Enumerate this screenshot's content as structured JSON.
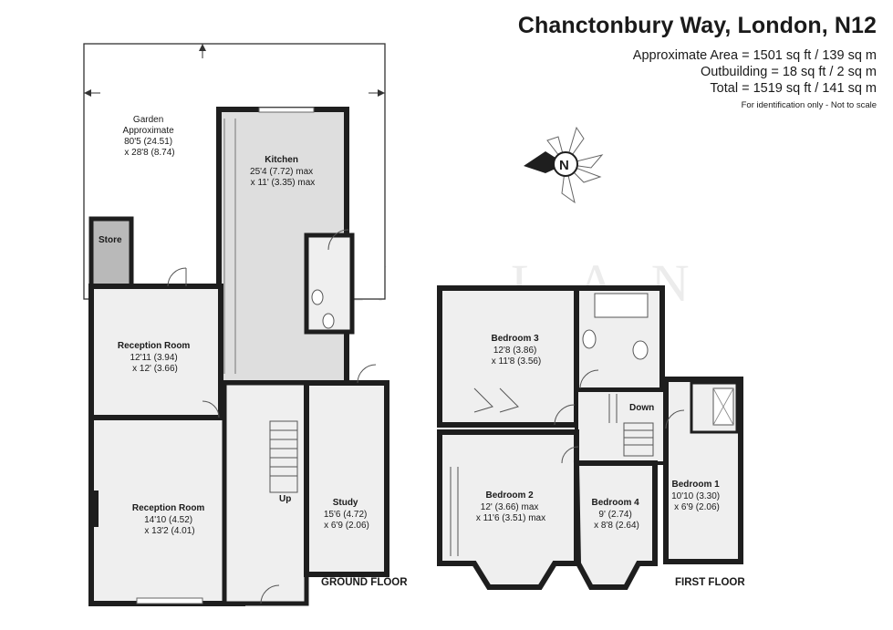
{
  "header": {
    "title": "Chanctonbury Way, London, N12",
    "area_lines": [
      "Approximate Area = 1501 sq ft / 139 sq m",
      "Outbuilding = 18 sq ft / 2 sq m",
      "Total = 1519 sq ft / 141 sq m"
    ],
    "note": "For identification only - Not to scale"
  },
  "compass": {
    "letter": "N"
  },
  "ground_floor": {
    "label": "GROUND FLOOR",
    "rooms": {
      "garden": {
        "name": [
          "Garden",
          "Approximate"
        ],
        "dims": [
          "80'5 (24.51)",
          "x 28'8 (8.74)"
        ]
      },
      "store": {
        "name": [
          "Store"
        ],
        "dims": []
      },
      "kitchen": {
        "name": [
          "Kitchen"
        ],
        "dims": [
          "25'4 (7.72) max",
          "x 11' (3.35) max"
        ]
      },
      "reception_rear": {
        "name": [
          "Reception Room"
        ],
        "dims": [
          "12'11 (3.94)",
          "x 12' (3.66)"
        ]
      },
      "reception_front": {
        "name": [
          "Reception Room"
        ],
        "dims": [
          "14'10 (4.52)",
          "x 13'2 (4.01)"
        ]
      },
      "study": {
        "name": [
          "Study"
        ],
        "dims": [
          "15'6 (4.72)",
          "x 6'9 (2.06)"
        ]
      }
    },
    "stairs_label": "Up"
  },
  "first_floor": {
    "label": "FIRST FLOOR",
    "rooms": {
      "bedroom3": {
        "name": [
          "Bedroom 3"
        ],
        "dims": [
          "12'8 (3.86)",
          "x 11'8 (3.56)"
        ]
      },
      "bedroom2": {
        "name": [
          "Bedroom 2"
        ],
        "dims": [
          "12' (3.66) max",
          "x 11'6 (3.51) max"
        ]
      },
      "bedroom4": {
        "name": [
          "Bedroom 4"
        ],
        "dims": [
          "9' (2.74)",
          "x 8'8 (2.64)"
        ]
      },
      "bedroom1": {
        "name": [
          "Bedroom 1"
        ],
        "dims": [
          "10'10 (3.30)",
          "x 6'9 (2.06)"
        ]
      }
    },
    "stairs_label": "Down"
  },
  "colors": {
    "wall": "#1e1e1e",
    "room_fill": "#efefef",
    "kitchen_fill": "#dedede",
    "store_fill": "#b9b9b9",
    "line": "#555555"
  }
}
